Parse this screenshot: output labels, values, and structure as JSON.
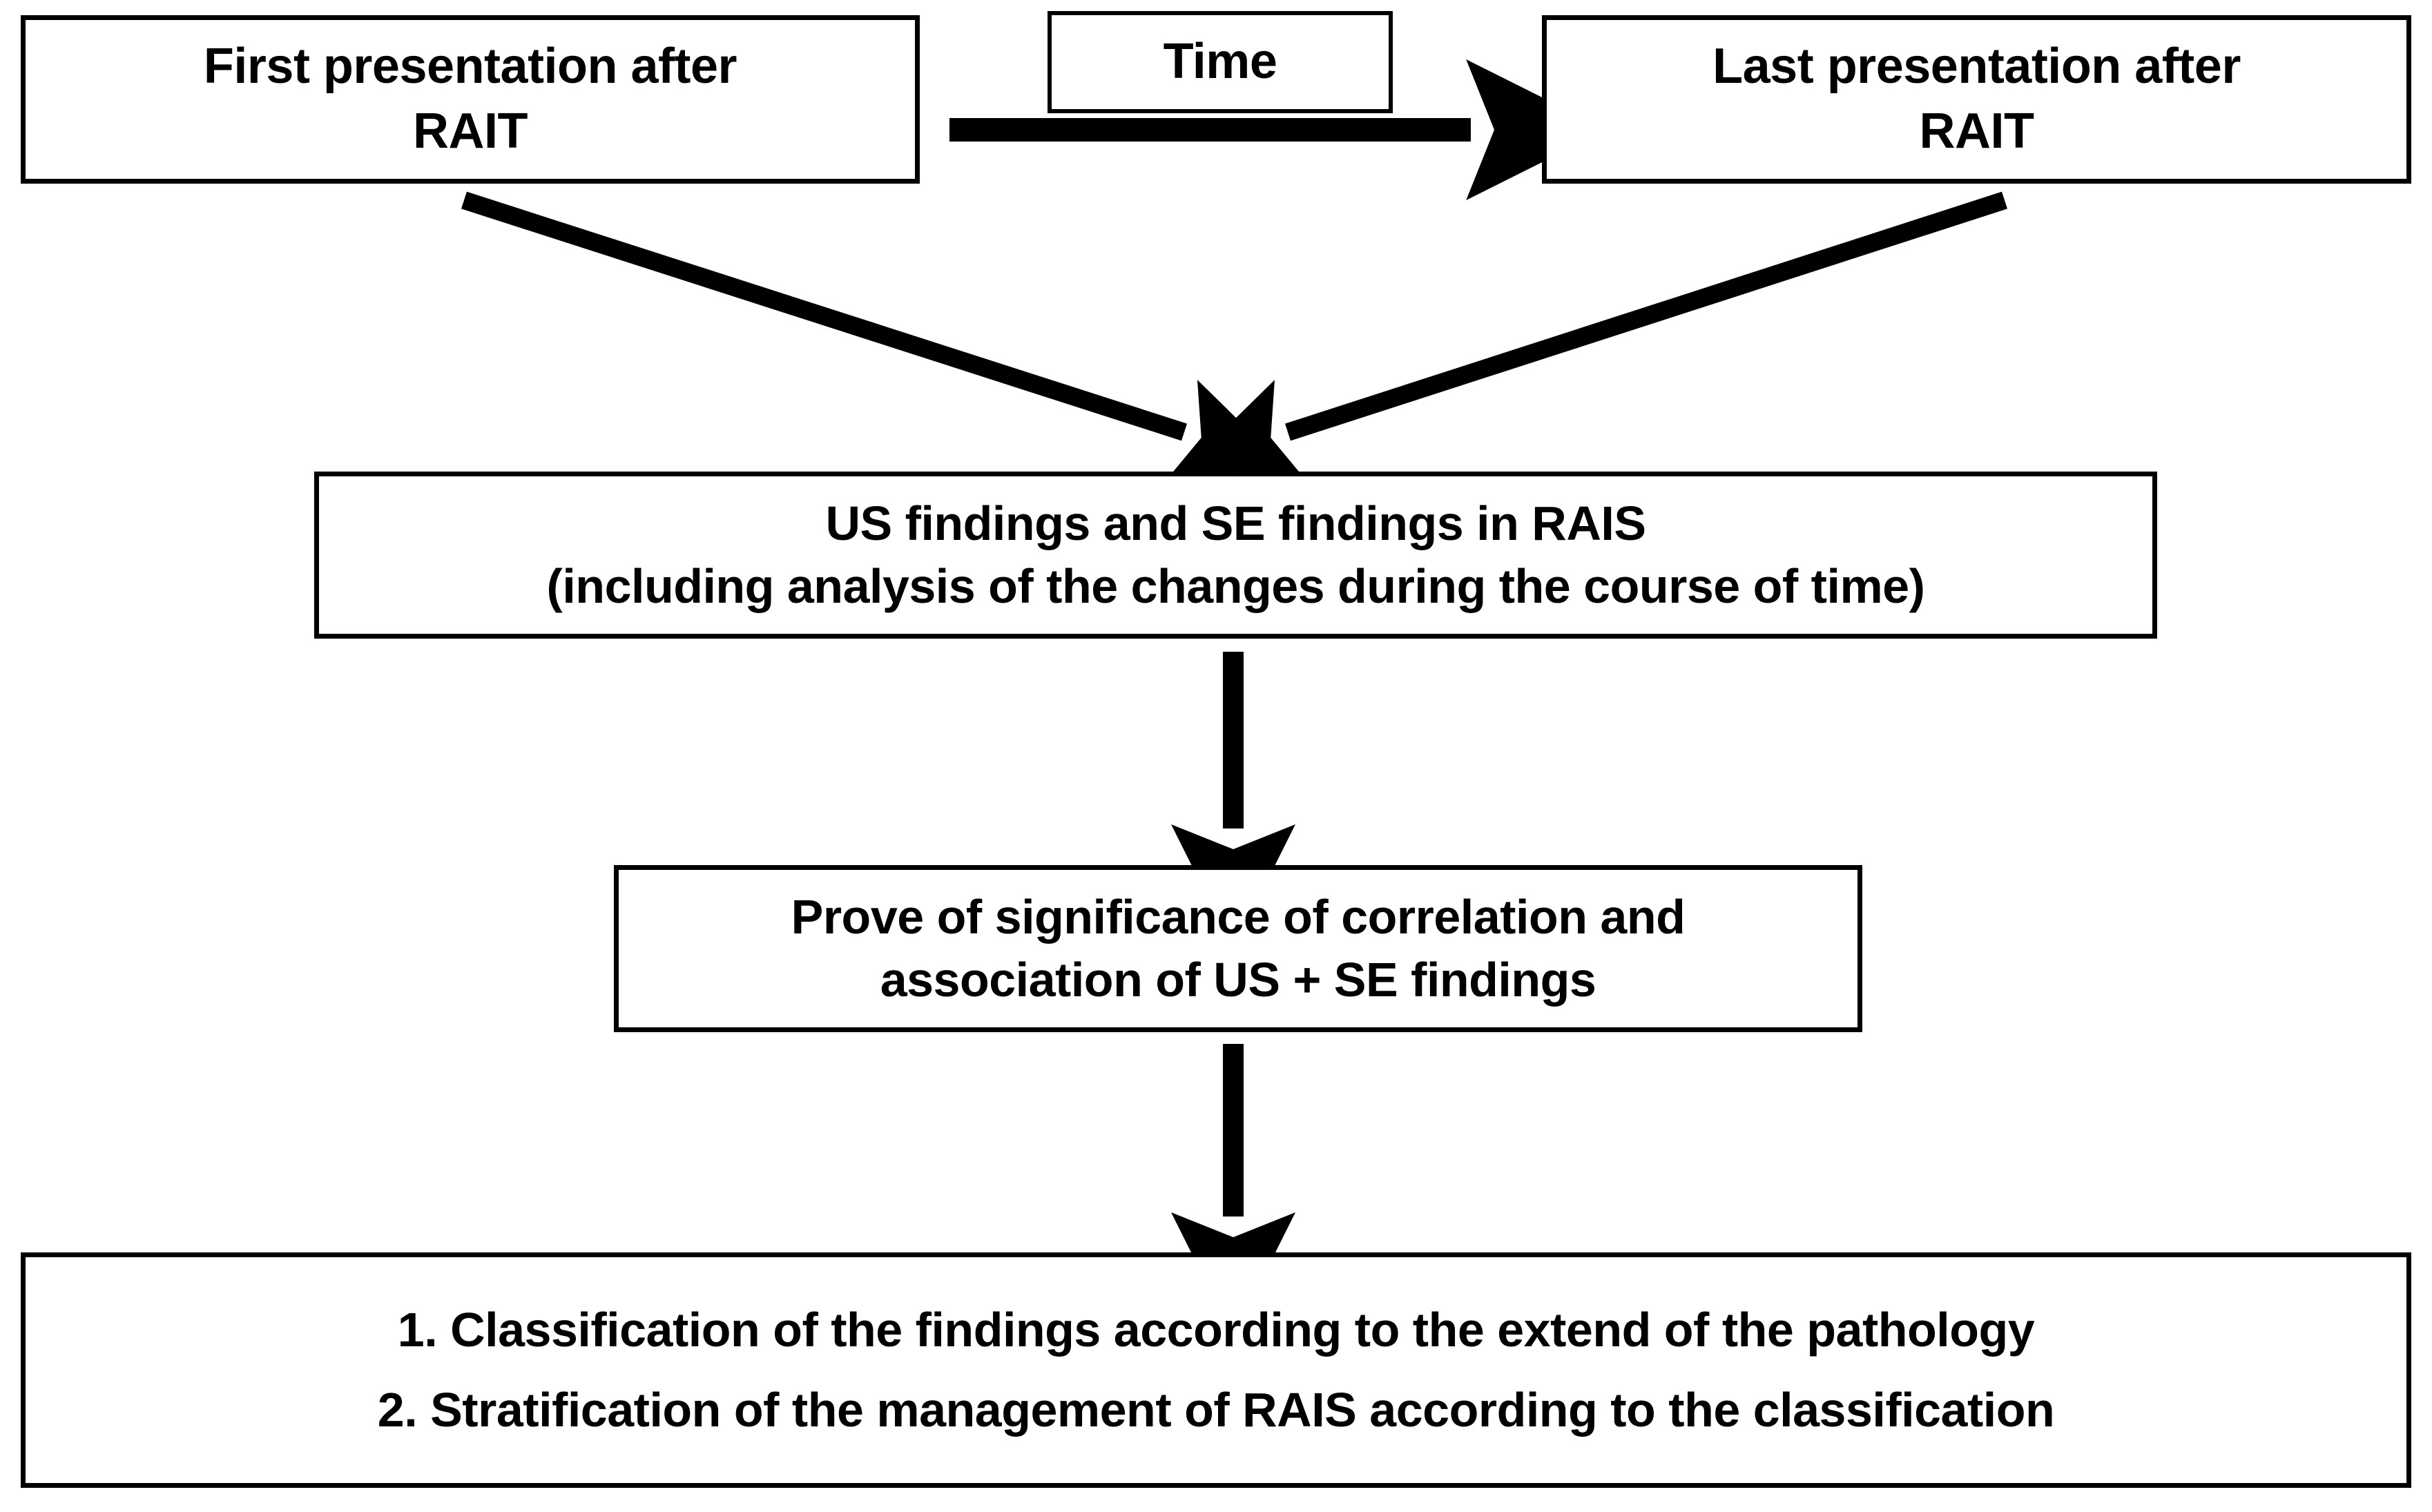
{
  "diagram": {
    "title": "RAIS ultrasound / sonoelastography study workflow",
    "background_color": "#ffffff",
    "line_color": "#000000",
    "text_color": "#000000",
    "nodes": {
      "first_presentation": {
        "lines": [
          "First presentation after",
          "RAIT"
        ]
      },
      "time": {
        "lines": [
          "Time"
        ]
      },
      "last_presentation": {
        "lines": [
          "Last presentation after",
          "RAIT"
        ]
      },
      "us_se_findings": {
        "lines": [
          "US findings and SE findings in RAIS",
          "(including analysis of the changes during the course of time)"
        ]
      },
      "prove_significance": {
        "lines": [
          "Prove of significance of correlation and",
          "association of US + SE findings"
        ]
      },
      "outcomes": {
        "lines": [
          "1. Classification of the findings according to the extend of the pathology",
          "2. Stratification of the management of RAIS according to the classification"
        ]
      }
    },
    "connectors": [
      {
        "name": "time-arrow",
        "from": "first_presentation",
        "to": "last_presentation",
        "direction": "right",
        "label": "Time"
      },
      {
        "name": "first-presentation-to-findings-arrow",
        "from": "first_presentation",
        "to": "us_se_findings",
        "direction": "down-right"
      },
      {
        "name": "last-presentation-to-findings-arrow",
        "from": "last_presentation",
        "to": "us_se_findings",
        "direction": "down-left"
      },
      {
        "name": "findings-to-significance-arrow",
        "from": "us_se_findings",
        "to": "prove_significance",
        "direction": "down"
      },
      {
        "name": "significance-to-outcomes-arrow",
        "from": "prove_significance",
        "to": "outcomes",
        "direction": "down"
      }
    ]
  }
}
